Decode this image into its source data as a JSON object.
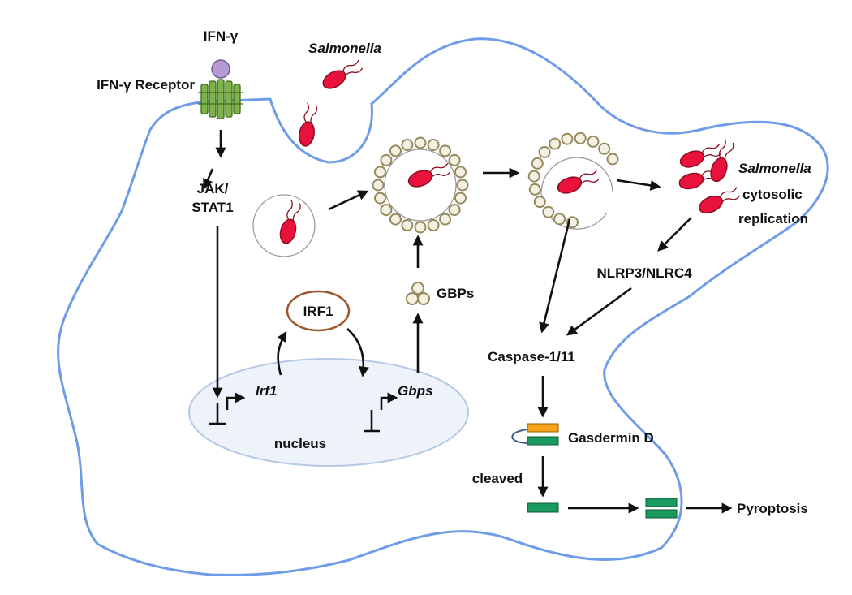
{
  "labels": {
    "ifn_gamma": "IFN-γ",
    "ifn_gamma_receptor": "IFN-γ Receptor",
    "salmonella_top": "Salmonella",
    "jak_line1": "JAK/",
    "jak_line2": "STAT1",
    "irf1_protein": "IRF1",
    "irf1_gene": "Irf1",
    "gbps_gene": "Gbps",
    "gbps_protein": "GBPs",
    "nucleus": "nucleus",
    "salmonella_right": "Salmonella",
    "cytosolic": "cytosolic",
    "replication": "replication",
    "nlrp3_nlrc4": "NLRP3/NLRC4",
    "caspase": "Caspase-1/11",
    "gasdermin": "Gasdermin D",
    "cleaved": "cleaved",
    "pyroptosis": "Pyroptosis"
  },
  "colors": {
    "cell_membrane": "#6f9ce8",
    "nucleus_fill": "#eef3fb",
    "nucleus_stroke": "#b5c8e6",
    "bacterium": "#e8123c",
    "receptor": "#7db34a",
    "ligand": "#b69ad6",
    "gbp_bead_fill": "#f4f1e3",
    "gbp_bead_stroke": "#948a5e",
    "irf1_ring": "#a0562b",
    "gasdermin_n": "#f6a21a",
    "gasdermin_c": "#1b9a5f"
  }
}
